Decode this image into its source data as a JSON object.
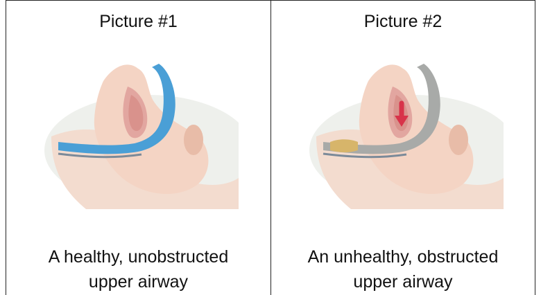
{
  "pictures": [
    {
      "title": "Picture #1",
      "caption_line1": "A healthy, unobstructed",
      "caption_line2": "upper airway",
      "airway_color": "#4a9fd6",
      "airway_state": "open"
    },
    {
      "title": "Picture #2",
      "caption_line1": "An unhealthy, obstructed",
      "caption_line2": "upper airway",
      "airway_color": "#a8aaa8",
      "airway_state": "obstructed",
      "obstruction_arrow_color": "#d8334a"
    }
  ],
  "colors": {
    "skin": "#f4d4c4",
    "skin_shadow": "#e8bca8",
    "pillow": "#eef0ec",
    "border": "#222222"
  }
}
